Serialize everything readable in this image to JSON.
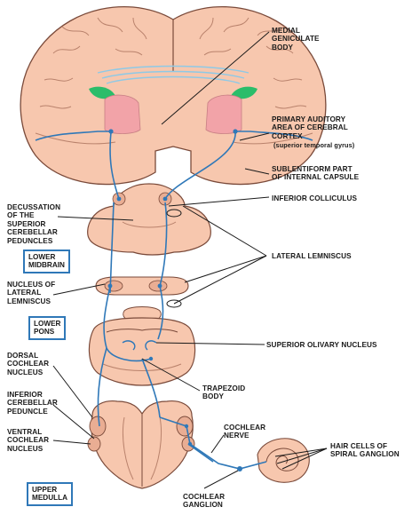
{
  "colors": {
    "tissue": "#f7c7ae",
    "tissue_dark": "#e9ad93",
    "outline": "#7a4a3a",
    "pathway": "#2f78b8",
    "thalamus": "#f2a3a8",
    "green": "#2bbd6a",
    "callosal": "#8ec9e6"
  },
  "labels": {
    "mgb": "MEDIAL\nGENICULATE\nBODY",
    "auditory_cortex_1": "PRIMARY AUDITORY\nAREA OF CEREBRAL\nCORTEX",
    "auditory_cortex_2": "(superior temporal gyrus)",
    "sublentiform": "SUBLENTIFORM PART\nOF INTERNAL CAPSULE",
    "inferior_colliculus": "INFERIOR COLLICULUS",
    "decussation": "DECUSSATION\nOF THE\nSUPERIOR\nCEREBELLAR\nPEDUNCLES",
    "lateral_lemniscus": "LATERAL LEMNISCUS",
    "nucleus_ll": "NUCLEUS OF\nLATERAL\nLEMNISCUS",
    "superior_olivary": "SUPERIOR OLIVARY NUCLEUS",
    "dorsal_cochlear": "DORSAL\nCOCHLEAR\nNUCLEUS",
    "trapezoid": "TRAPEZOID\nBODY",
    "inferior_cerebellar": "INFERIOR\nCEREBELLAR\nPEDUNCLE",
    "cochlear_nerve": "COCHLEAR\nNERVE",
    "ventral_cochlear": "VENTRAL\nCOCHLEAR\nNUCLEUS",
    "hair_cells": "HAIR CELLS OF\nSPIRAL GANGLION",
    "cochlear_ganglion": "COCHLEAR\nGANGLION"
  },
  "levels": {
    "lower_midbrain": "LOWER\nMIDBRAIN",
    "lower_pons": "LOWER\nPONS",
    "upper_medulla": "UPPER\nMEDULLA"
  }
}
